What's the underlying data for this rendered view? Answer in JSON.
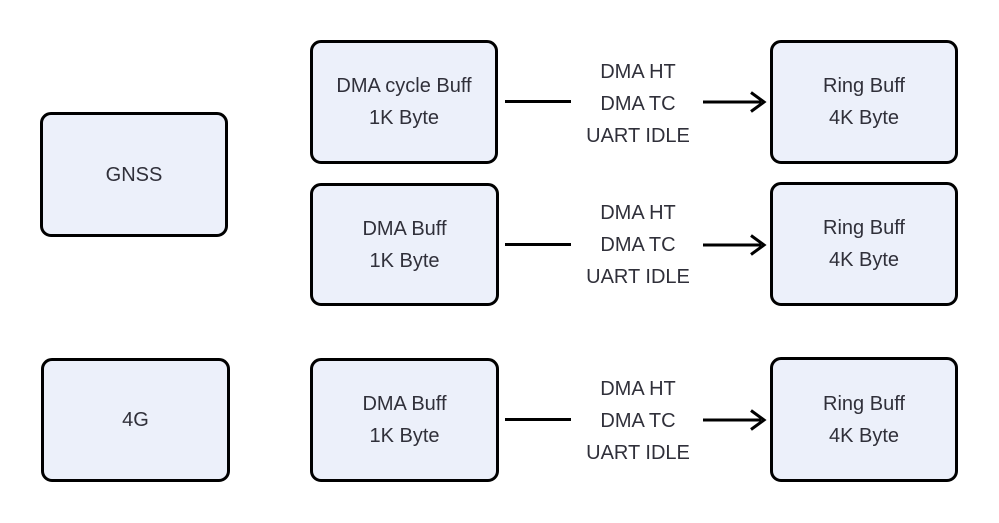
{
  "colors": {
    "background": "#ffffff",
    "box_fill": "#ECF0FA",
    "box_border": "#000000",
    "text": "#30303A",
    "connector": "#000000"
  },
  "diagram": {
    "sources": [
      {
        "label": "GNSS"
      },
      {
        "label": "4G"
      }
    ],
    "rows": [
      {
        "buffer_line1": "DMA cycle Buff",
        "buffer_line2": "1K Byte",
        "events": [
          "DMA HT",
          "DMA TC",
          "UART IDLE"
        ],
        "ring_line1": "Ring Buff",
        "ring_line2": "4K Byte"
      },
      {
        "buffer_line1": "DMA Buff",
        "buffer_line2": "1K Byte",
        "events": [
          "DMA HT",
          "DMA TC",
          "UART IDLE"
        ],
        "ring_line1": "Ring Buff",
        "ring_line2": "4K Byte"
      },
      {
        "buffer_line1": "DMA Buff",
        "buffer_line2": "1K Byte",
        "events": [
          "DMA HT",
          "DMA TC",
          "UART IDLE"
        ],
        "ring_line1": "Ring Buff",
        "ring_line2": "4K Byte"
      }
    ]
  }
}
